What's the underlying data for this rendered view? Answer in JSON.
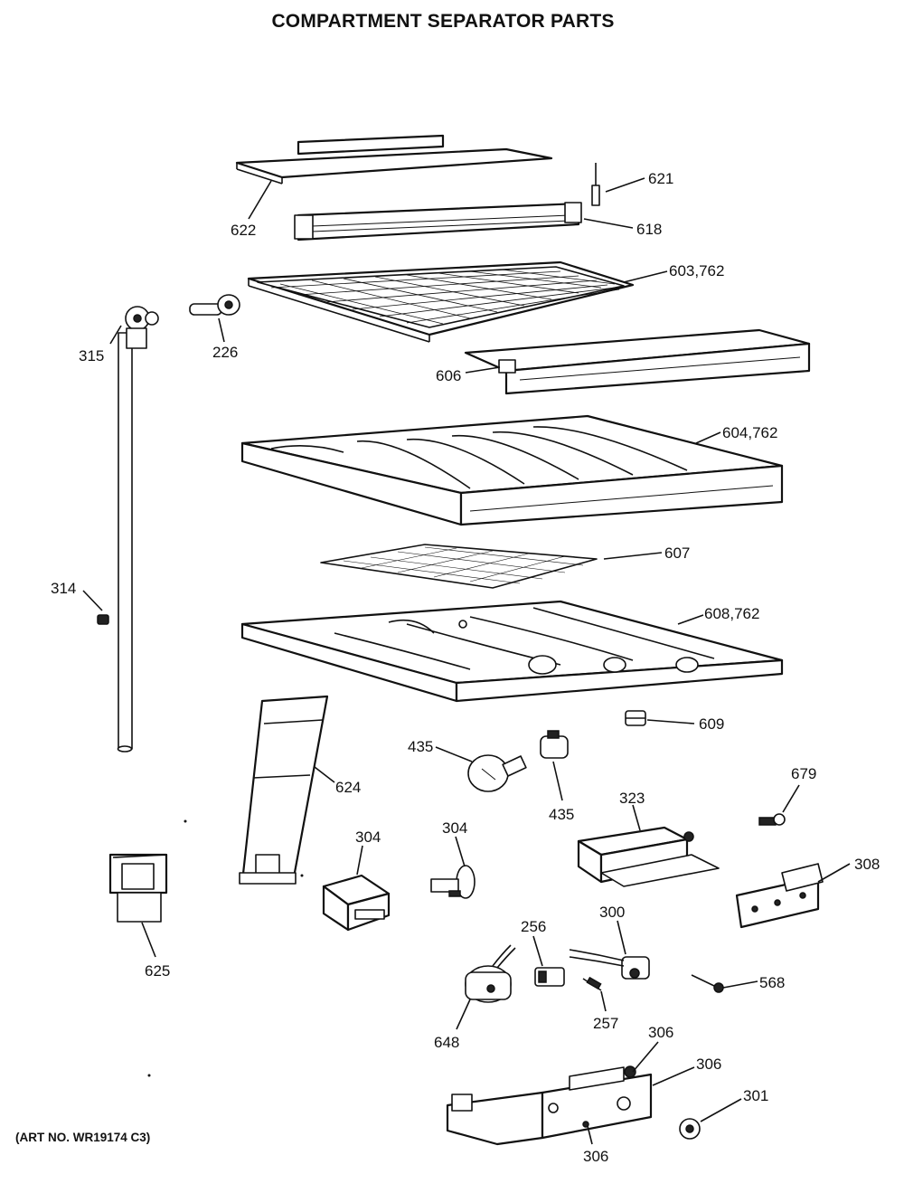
{
  "title": "COMPARTMENT SEPARATOR PARTS",
  "art_number": "(ART NO. WR19174 C3)",
  "callouts": {
    "p621": "621",
    "p618": "618",
    "p622": "622",
    "p603": "603,762",
    "p226": "226",
    "p315": "315",
    "p606": "606",
    "p604": "604,762",
    "p607": "607",
    "p314": "314",
    "p608": "608,762",
    "p609": "609",
    "p435a": "435",
    "p435b": "435",
    "p624": "624",
    "p679": "679",
    "p323": "323",
    "p304a": "304",
    "p304b": "304",
    "p308": "308",
    "p625": "625",
    "p256": "256",
    "p300": "300",
    "p568": "568",
    "p257": "257",
    "p648": "648",
    "p306a": "306",
    "p306b": "306",
    "p301": "301",
    "p306c": "306"
  }
}
